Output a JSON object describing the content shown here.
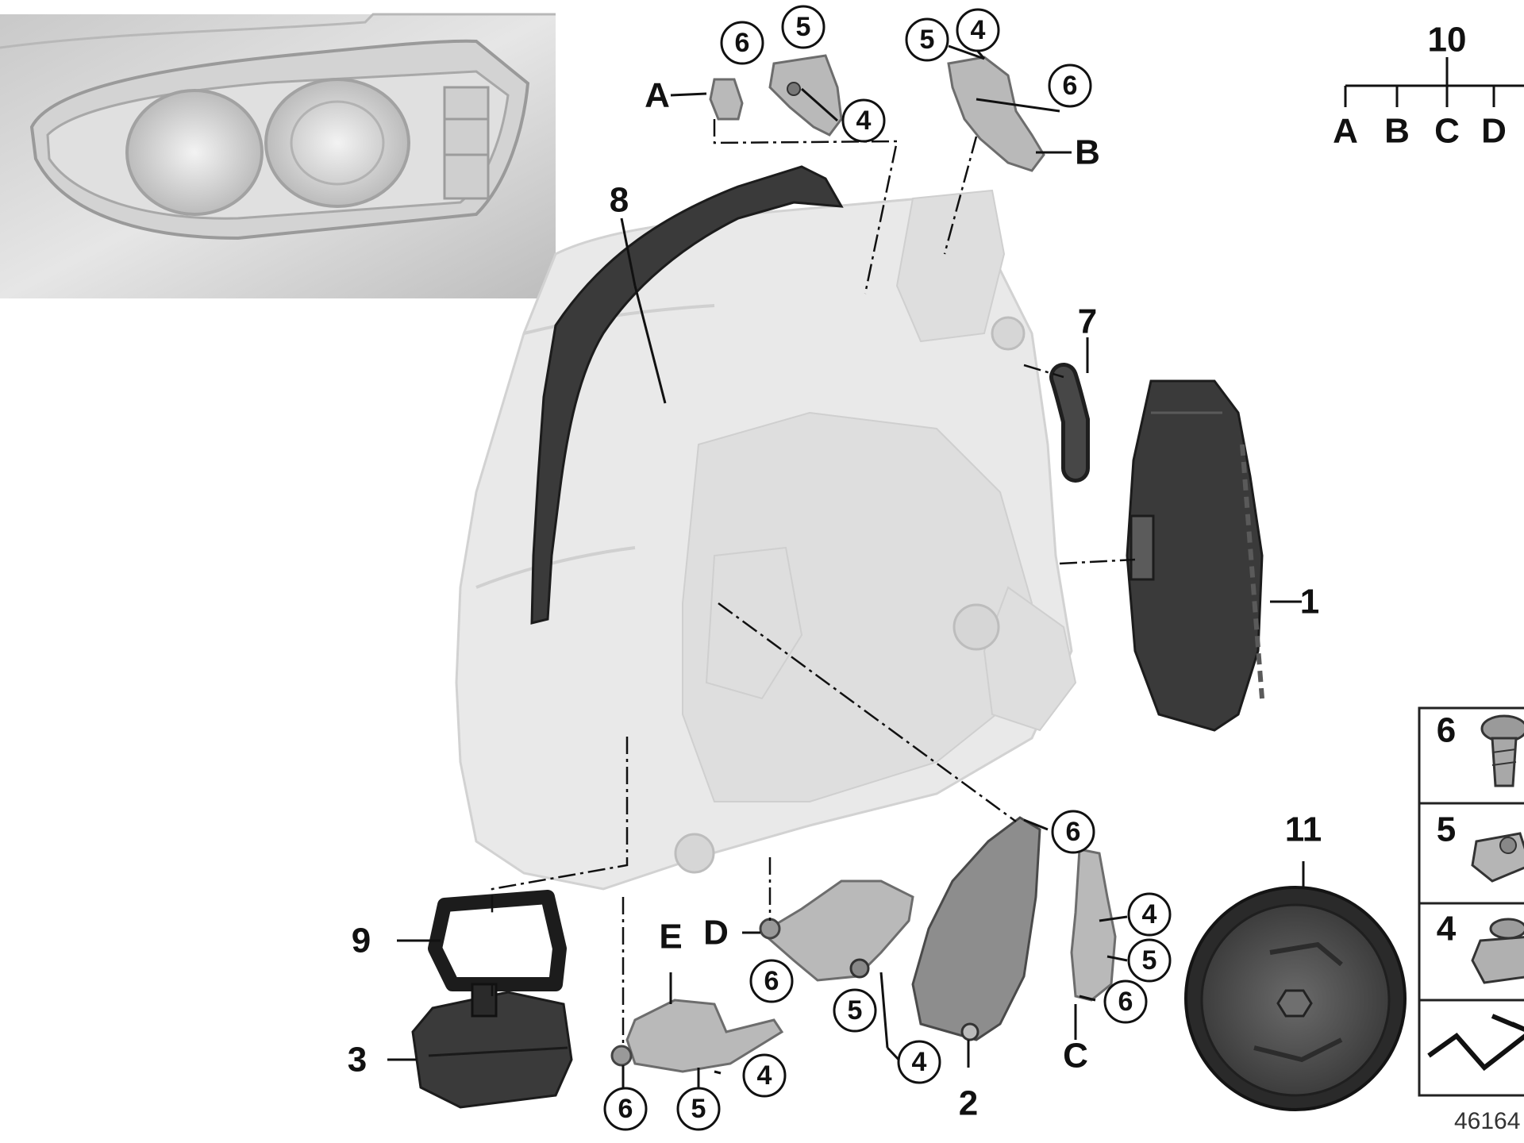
{
  "inset": {
    "description_icon": "headlight-inset-icon"
  },
  "labels": {
    "p1": "1",
    "p2": "2",
    "p3": "3",
    "p7": "7",
    "p8": "8",
    "p9": "9",
    "p10": "10",
    "p11": "11",
    "A": "A",
    "B": "B",
    "C": "C",
    "D": "D",
    "E": "E"
  },
  "tree10": {
    "a": "A",
    "b": "B",
    "c": "C",
    "d": "D"
  },
  "callouts": {
    "A6": "6",
    "A5": "5",
    "A4": "4",
    "B5": "5",
    "B4": "4",
    "B6": "6",
    "C6top": "6",
    "C4": "4",
    "C5": "5",
    "C6": "6",
    "D6": "6",
    "D5": "5",
    "D4": "4",
    "E6": "6",
    "E5": "5",
    "E4": "4"
  },
  "legend": {
    "row6": "6",
    "row5": "5",
    "row4": "4"
  },
  "reference": "46164"
}
